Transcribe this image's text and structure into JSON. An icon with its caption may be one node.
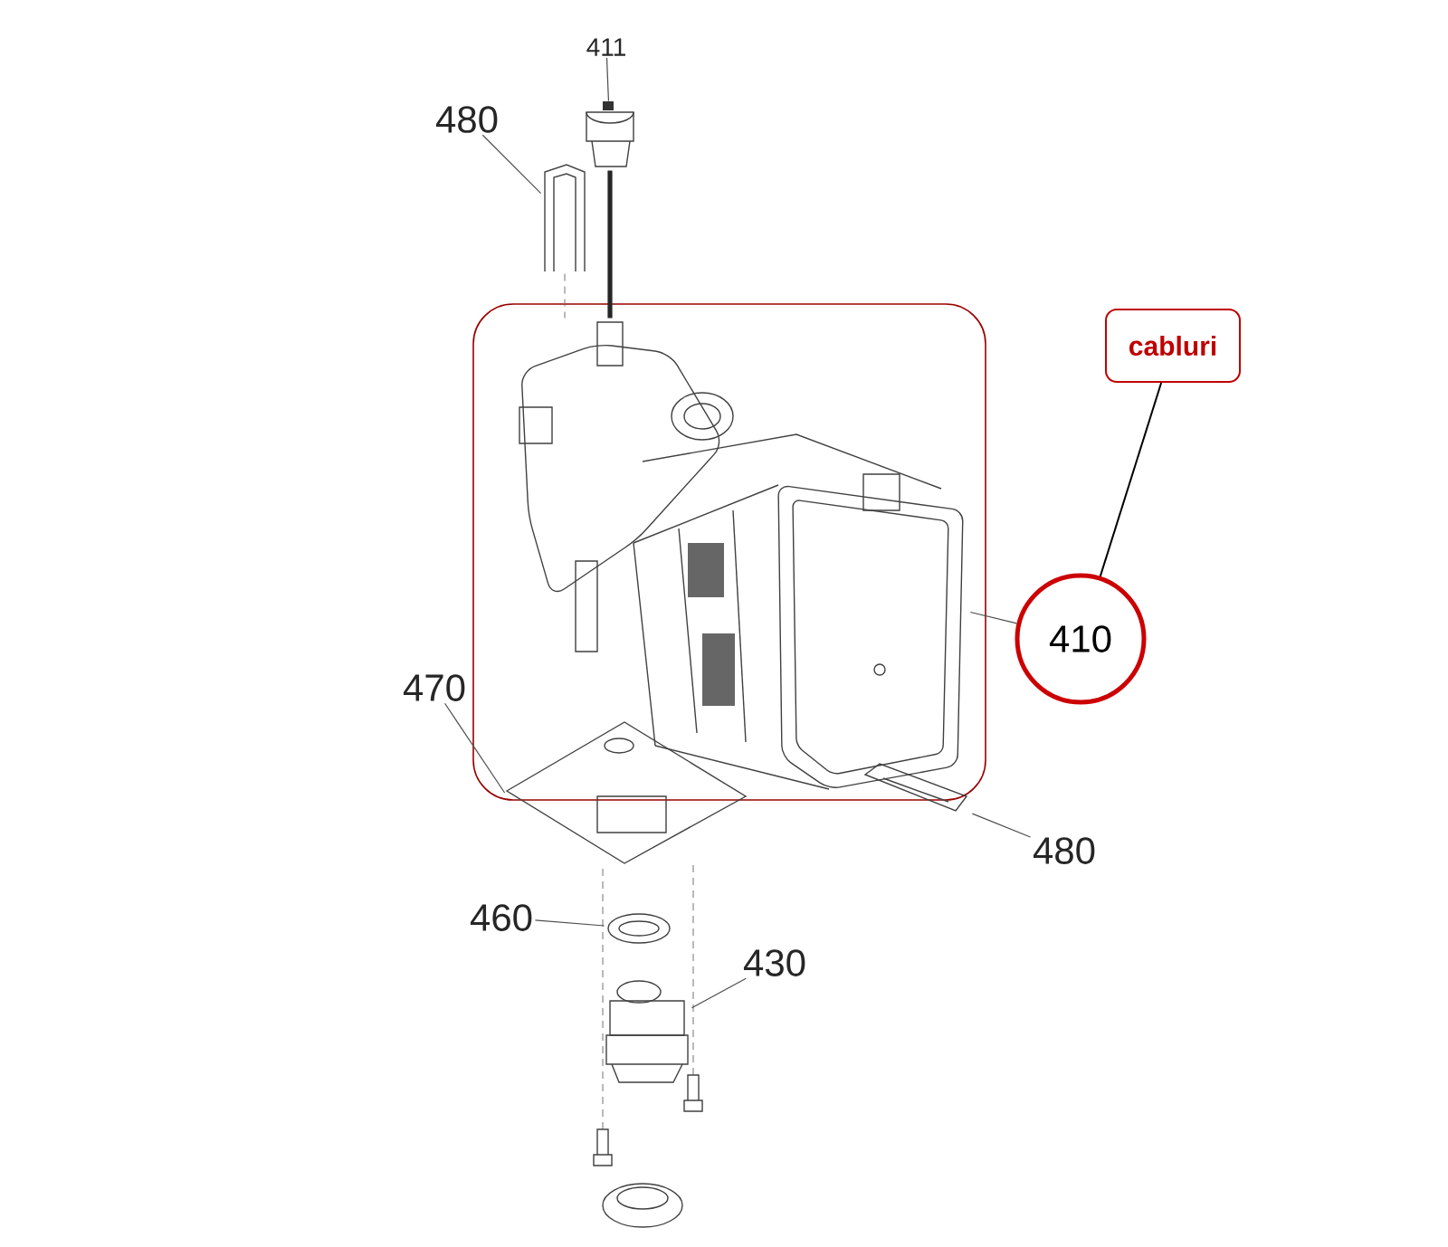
{
  "diagram": {
    "nodes": [
      {
        "text": [
          "411"
        ]
      },
      {
        "text": [],
        "shape": "picture"
      },
      {
        "text": [
          "480"
        ]
      },
      {
        "text": [],
        "shape": "picture"
      },
      {
        "text": [],
        "shape": "box"
      },
      {
        "text": [],
        "shape": "picture",
        "in": 4
      },
      {
        "text": [
          "cabluri"
        ]
      },
      {
        "text": [
          "410"
        ]
      },
      {
        "text": [
          "470"
        ]
      },
      {
        "text": [],
        "shape": "picture"
      },
      {
        "text": [
          "480"
        ]
      },
      {
        "text": [],
        "shape": "picture"
      },
      {
        "text": [
          "460"
        ]
      },
      {
        "text": [],
        "shape": "picture"
      },
      {
        "text": [
          "430"
        ]
      },
      {
        "text": [],
        "shape": "picture"
      }
    ],
    "edges": [
      {
        "from": 0,
        "to": 1,
        "arrow": "none"
      },
      {
        "from": 1,
        "to": 5,
        "arrow": "none",
        "style": "thick"
      },
      {
        "from": 3,
        "to": 5,
        "arrow": "none",
        "style": "dashed"
      },
      {
        "from": 2,
        "to": 3,
        "arrow": "none"
      },
      {
        "from": 6,
        "to": 7,
        "arrow": "none"
      },
      {
        "from": 7,
        "to": 5,
        "arrow": "none"
      },
      {
        "from": 8,
        "to": 9,
        "arrow": "none"
      },
      {
        "from": 10,
        "to": 11,
        "arrow": "none"
      },
      {
        "from": 12,
        "to": 13,
        "arrow": "none"
      },
      {
        "from": 14,
        "to": 15,
        "arrow": "none"
      }
    ]
  }
}
